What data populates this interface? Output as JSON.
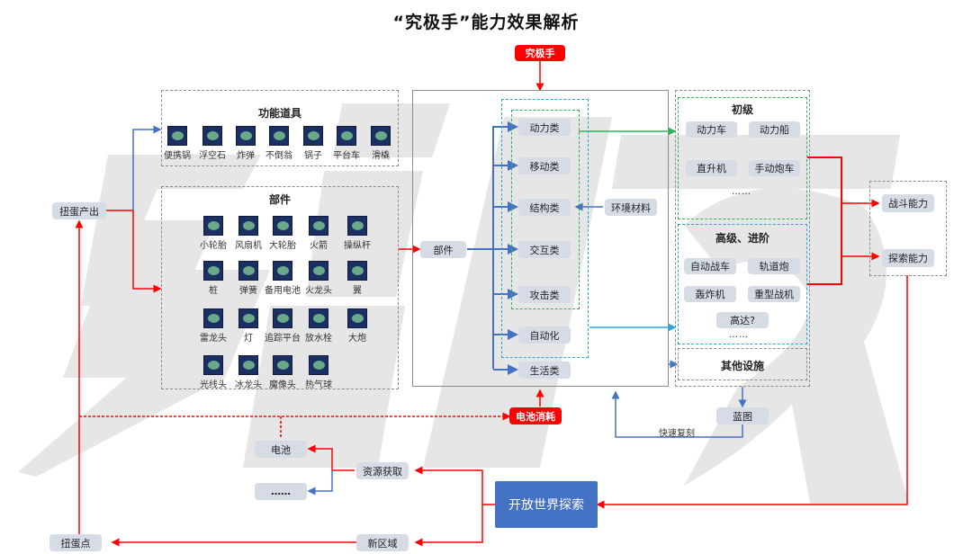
{
  "title": "“究极手”能力效果解析",
  "watermark": "究极",
  "colors": {
    "red": "#ff0000",
    "blue_line": "#4472c4",
    "green_line": "#2fb35a",
    "cyan_line": "#23a9e1",
    "node_bg": "#d6dce5",
    "explore_bg": "#4472c4"
  },
  "source_node": "究极手",
  "tools_box": {
    "title": "功能道具",
    "items": [
      {
        "label": "便携锅",
        "icon": "pot-icon"
      },
      {
        "label": "浮空石",
        "icon": "floating-stone-icon"
      },
      {
        "label": "炸弹",
        "icon": "bomb-icon"
      },
      {
        "label": "不倒翁",
        "icon": "tumbler-icon"
      },
      {
        "label": "锅子",
        "icon": "wok-icon"
      },
      {
        "label": "平台车",
        "icon": "platform-cart-icon"
      },
      {
        "label": "滑橇",
        "icon": "sled-icon"
      }
    ]
  },
  "parts_box": {
    "title": "部件",
    "rows": [
      [
        {
          "label": "小轮胎",
          "icon": "small-wheel-icon"
        },
        {
          "label": "风扇机",
          "icon": "fan-icon"
        },
        {
          "label": "大轮胎",
          "icon": "big-wheel-icon"
        },
        {
          "label": "火箭",
          "icon": "rocket-icon"
        },
        {
          "label": "操纵杆",
          "icon": "steering-stick-icon"
        }
      ],
      [
        {
          "label": "桩",
          "icon": "stake-icon"
        },
        {
          "label": "弹簧",
          "icon": "spring-icon"
        },
        {
          "label": "备用电池",
          "icon": "battery-icon"
        },
        {
          "label": "火龙头",
          "icon": "flame-emitter-icon"
        },
        {
          "label": "翼",
          "icon": "wing-icon"
        }
      ],
      [
        {
          "label": "雷龙头",
          "icon": "shock-emitter-icon"
        },
        {
          "label": "灯",
          "icon": "light-icon"
        },
        {
          "label": "追踪平台",
          "icon": "homing-cart-icon"
        },
        {
          "label": "放水栓",
          "icon": "hydrant-icon"
        },
        {
          "label": "大炮",
          "icon": "cannon-icon"
        }
      ],
      [
        {
          "label": "光线头",
          "icon": "beam-emitter-icon"
        },
        {
          "label": "冰龙头",
          "icon": "frost-emitter-icon"
        },
        {
          "label": "魔像头",
          "icon": "construct-head-icon"
        },
        {
          "label": "热气球",
          "icon": "hot-air-balloon-icon"
        }
      ]
    ]
  },
  "gacha_output": "扭蛋产出",
  "parts_node": "部件",
  "categories": [
    "动力类",
    "移动类",
    "结构类",
    "交互类",
    "攻击类",
    "自动化",
    "生活类"
  ],
  "env_material": "环境材料",
  "basic": {
    "title": "初级",
    "items": [
      "动力车",
      "动力船",
      "直升机",
      "手动炮车"
    ],
    "more": "……"
  },
  "advanced": {
    "title": "高级、进阶",
    "items": [
      "自动战车",
      "轨道炮",
      "轰炸机",
      "重型战机",
      "高达?"
    ],
    "more": "……"
  },
  "other_facilities": "其他设施",
  "abilities": [
    "战斗能力",
    "探索能力"
  ],
  "battery_consume": "电池消耗",
  "blueprint": "蓝图",
  "quick_copy": "快速复刻",
  "battery": "电池",
  "resource": "资源获取",
  "etc": "……",
  "open_world": "开放世界探索",
  "gacha_point": "扭蛋点",
  "new_area": "新区域"
}
